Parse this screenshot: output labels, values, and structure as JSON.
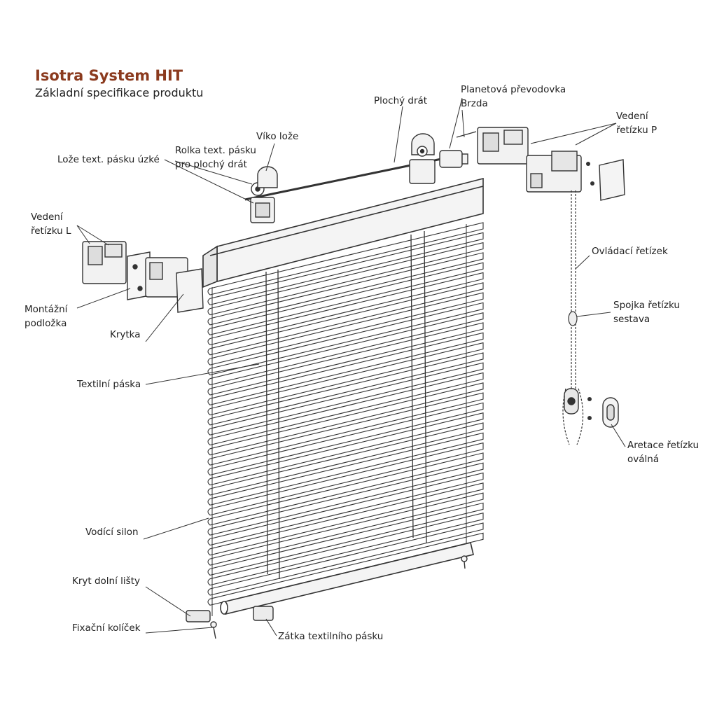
{
  "header": {
    "title": "Isotra System HIT",
    "subtitle": "Základní specifikace produktu",
    "title_color": "#8b3a1e"
  },
  "labels": {
    "ploche_drat": "Plochý drát",
    "planetova": "Planetová převodovka",
    "brzda": "Brzda",
    "viko_loze": "Víko lože",
    "vedeni_p_1": "Vedení",
    "vedeni_p_2": "řetízku P",
    "loze_uzke": "Lože text. pásku úzké",
    "rolka_1": "Rolka text. pásku",
    "rolka_2": "pro plochý drát",
    "vedeni_l_1": "Vedení",
    "vedeni_l_2": "řetízku L",
    "ovladaci": "Ovládací řetízek",
    "montazni_1": "Montážní",
    "montazni_2": "podložka",
    "spojka_1": "Spojka řetízku",
    "spojka_2": "sestava",
    "krytka": "Krytka",
    "textilni": "Textilní páska",
    "aretace_1": "Aretace řetízku",
    "aretace_2": "oválná",
    "vodici": "Vodící silon",
    "kryt_dolni": "Kryt dolní lišty",
    "fixacni": "Fixační kolíček",
    "zatka": "Zátka textilního pásku"
  },
  "colors": {
    "line": "#333333",
    "part_fill": "#f2f2f2"
  }
}
